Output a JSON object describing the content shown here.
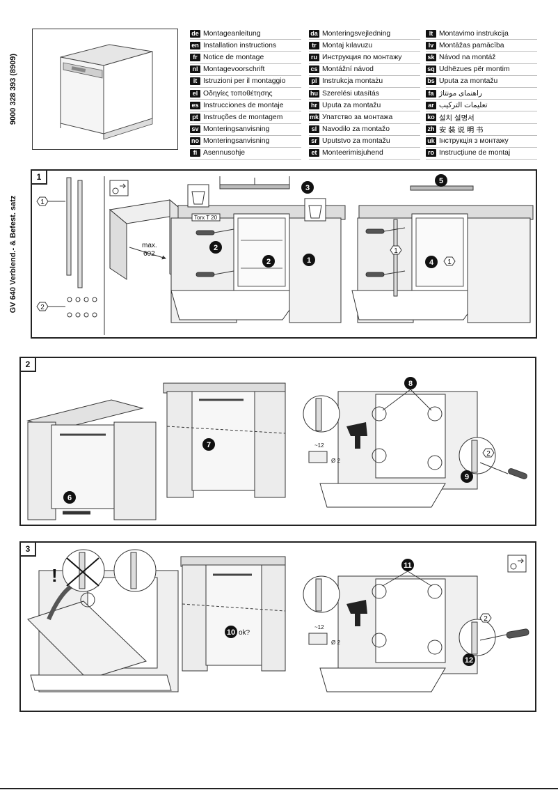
{
  "document_code": "9000 328 393  (8909)",
  "product_title": "GV 640 Verblend.- & Befest. satz",
  "languages": {
    "col1": [
      {
        "code": "de",
        "text": "Montageanleitung"
      },
      {
        "code": "en",
        "text": "Installation instructions"
      },
      {
        "code": "fr",
        "text": "Notice de montage"
      },
      {
        "code": "nl",
        "text": "Montagevoorschrift"
      },
      {
        "code": "it",
        "text": "Istruzioni per il montaggio"
      },
      {
        "code": "el",
        "text": "Οδηγίες τοποθέτησης"
      },
      {
        "code": "es",
        "text": "Instrucciones de montaje"
      },
      {
        "code": "pt",
        "text": "Instruções de montagem"
      },
      {
        "code": "sv",
        "text": "Monteringsanvisning"
      },
      {
        "code": "no",
        "text": "Monteringsanvisning"
      },
      {
        "code": "fi",
        "text": "Asennusohje"
      }
    ],
    "col2": [
      {
        "code": "da",
        "text": "Monteringsvejledning"
      },
      {
        "code": "tr",
        "text": "Montaj kılavuzu"
      },
      {
        "code": "ru",
        "text": "Инструкция по монтажу"
      },
      {
        "code": "cs",
        "text": "Montážní návod"
      },
      {
        "code": "pl",
        "text": "Instrukcja montażu"
      },
      {
        "code": "hu",
        "text": "Szerelési utasítás"
      },
      {
        "code": "hr",
        "text": "Uputa za montažu"
      },
      {
        "code": "mk",
        "text": "Упатство за монтажа"
      },
      {
        "code": "sl",
        "text": "Navodilo za montažo"
      },
      {
        "code": "sr",
        "text": "Uputstvo za montažu"
      },
      {
        "code": "et",
        "text": "Monteerimisjuhend"
      }
    ],
    "col3": [
      {
        "code": "lt",
        "text": "Montavimo instrukcija"
      },
      {
        "code": "lv",
        "text": "Montāžas pamācība"
      },
      {
        "code": "sk",
        "text": "Návod na montáž"
      },
      {
        "code": "sq",
        "text": "Udhëzues për montim"
      },
      {
        "code": "bs",
        "text": "Uputa za montažu"
      },
      {
        "code": "fa",
        "text": "راهنمای مونتاژ"
      },
      {
        "code": "ar",
        "text": "تعليمات التركيب"
      },
      {
        "code": "ko",
        "text": "설치 설명서"
      },
      {
        "code": "zh",
        "text": "安 装 说 明 书"
      },
      {
        "code": "uk",
        "text": "Інструкція з монтажу"
      },
      {
        "code": "ro",
        "text": "Instrucțiune de montaj"
      }
    ]
  },
  "steps": [
    {
      "number": "1",
      "labels": {
        "max": "max.",
        "max_value": "602",
        "torx": "Torx T 20",
        "part1": "1",
        "part2": "2",
        "c1": "1",
        "c2": "2",
        "c3": "3",
        "c4": "4",
        "c5": "5"
      }
    },
    {
      "number": "2",
      "labels": {
        "c6": "6",
        "c7": "7",
        "c8": "8",
        "c9": "9",
        "dim1": "~12",
        "dim2": "Ø 2",
        "p2": "2"
      }
    },
    {
      "number": "3",
      "labels": {
        "warn": "!",
        "c10": "10",
        "ok": "ok?",
        "c11": "11",
        "c12": "12",
        "dim1": "~12",
        "dim2": "Ø 2",
        "p2": "2"
      }
    }
  ],
  "icons": [
    "trash-bin-icon",
    "reverse-hinge-icon",
    "screwdriver-icon",
    "drill-icon",
    "arrow-icon"
  ]
}
